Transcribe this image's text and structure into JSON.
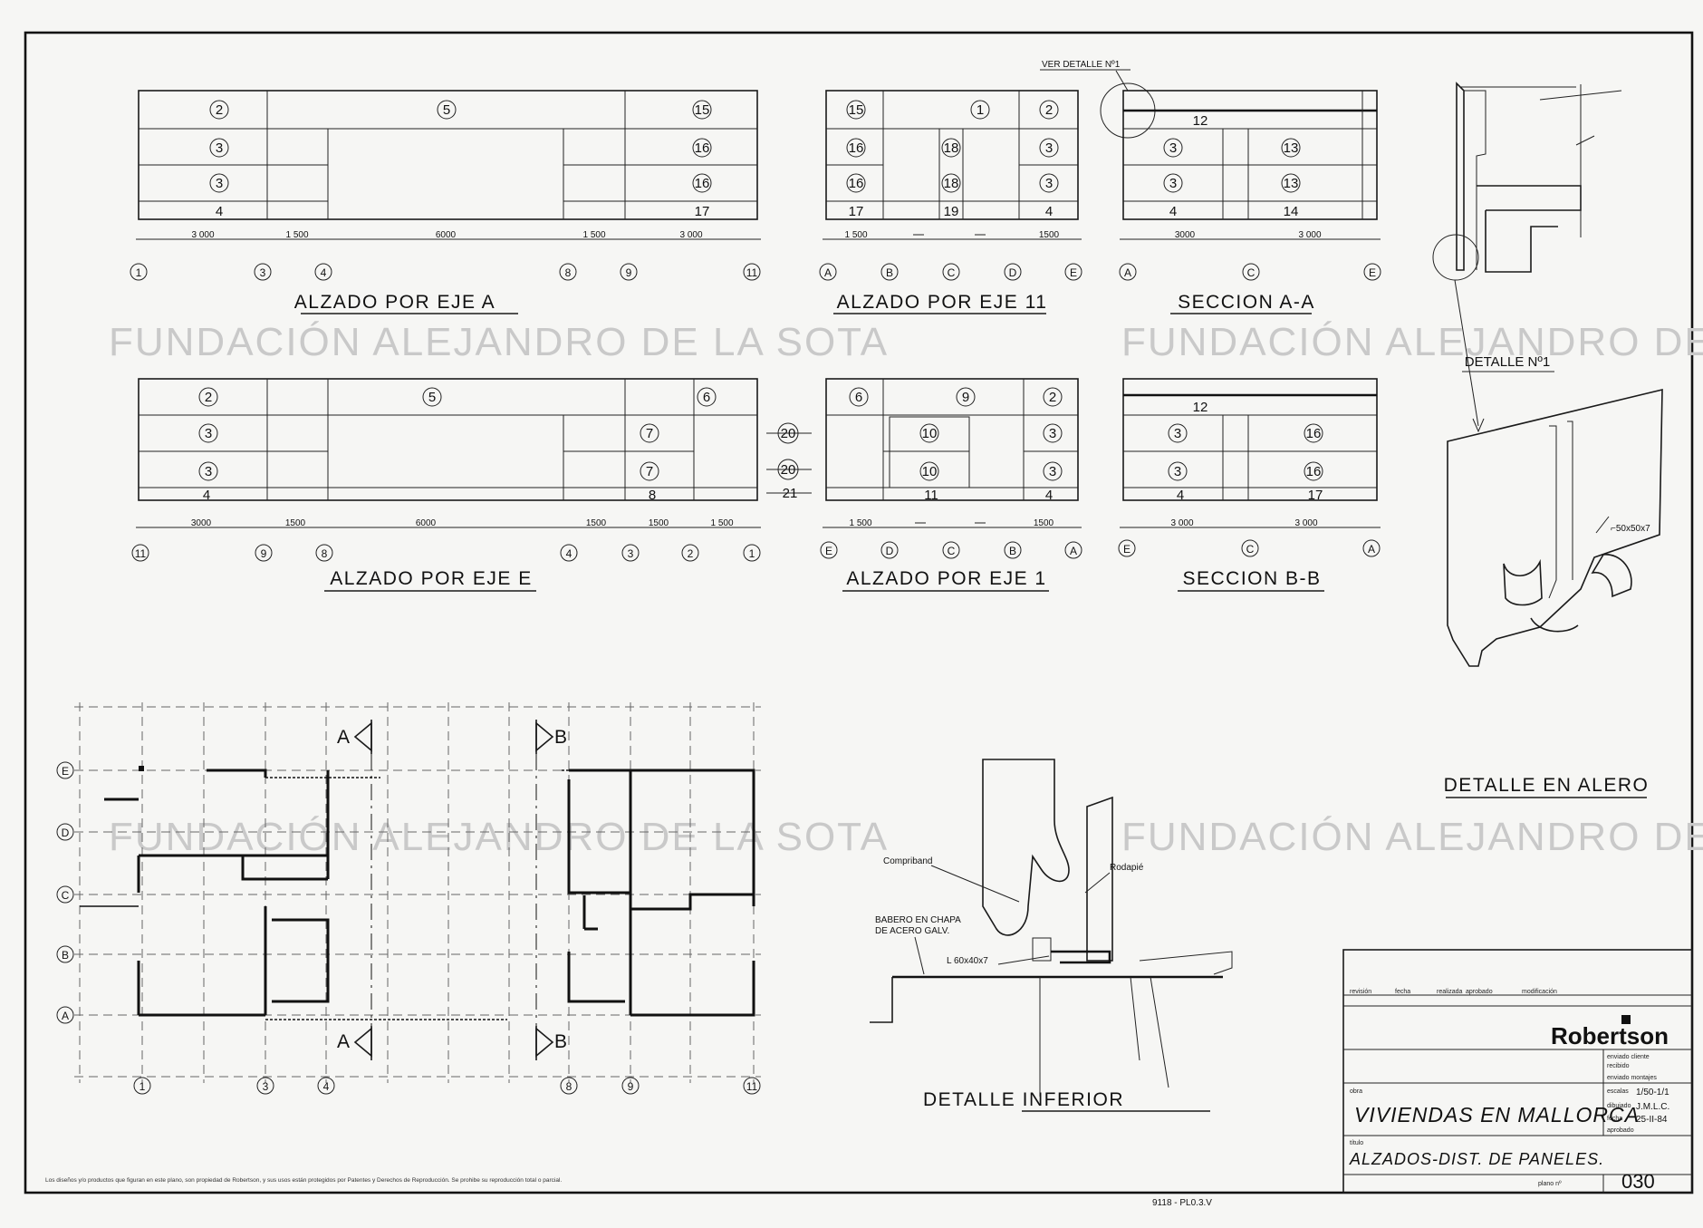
{
  "watermark": "FUNDACIÓN ALEJANDRO DE LA SOTA",
  "views": {
    "alzado_eje_a": {
      "title": "ALZADO POR EJE A",
      "panels": [
        "2",
        "5",
        "15",
        "3",
        "16",
        "3",
        "16",
        "4",
        "17"
      ],
      "dims": [
        "3 000",
        "1 500",
        "6000",
        "1 500",
        "3 000"
      ],
      "axes": [
        "1",
        "3",
        "4",
        "8",
        "9",
        "11"
      ]
    },
    "alzado_eje_11": {
      "title": "ALZADO POR EJE 11",
      "panels": [
        "15",
        "1",
        "2",
        "16",
        "18",
        "3",
        "16",
        "18",
        "3",
        "17",
        "19",
        "4"
      ],
      "dims": [
        "1 500",
        "1500"
      ],
      "axes": [
        "A",
        "B",
        "C",
        "D",
        "E"
      ]
    },
    "seccion_aa": {
      "title": "SECCION A-A",
      "note": "VER DETALLE Nº1",
      "panels": [
        "12",
        "3",
        "13",
        "3",
        "13",
        "4",
        "14"
      ],
      "dims": [
        "3000",
        "3 000"
      ],
      "axes": [
        "A",
        "C",
        "E"
      ]
    },
    "alzado_eje_e": {
      "title": "ALZADO POR EJE E",
      "panels": [
        "2",
        "5",
        "6",
        "3",
        "7",
        "3",
        "7",
        "4",
        "8"
      ],
      "dims": [
        "3000",
        "1500",
        "6000",
        "1500",
        "1500",
        "1 500"
      ],
      "axes": [
        "11",
        "9",
        "8",
        "4",
        "3",
        "2",
        "1"
      ],
      "refs": [
        "20",
        "20",
        "21"
      ]
    },
    "alzado_eje_1": {
      "title": "ALZADO POR EJE 1",
      "panels": [
        "6",
        "9",
        "2",
        "10",
        "3",
        "10",
        "3",
        "11",
        "4"
      ],
      "dims": [
        "1 500",
        "1500"
      ],
      "axes": [
        "E",
        "D",
        "C",
        "B",
        "A"
      ]
    },
    "seccion_bb": {
      "title": "SECCION B-B",
      "panels": [
        "12",
        "3",
        "16",
        "3",
        "16",
        "4",
        "17"
      ],
      "dims": [
        "3 000",
        "3 000"
      ],
      "axes": [
        "E",
        "C",
        "A"
      ]
    },
    "plan": {
      "rows": [
        "E",
        "D",
        "C",
        "B",
        "A"
      ],
      "cols": [
        "1",
        "3",
        "4",
        "8",
        "9",
        "11"
      ],
      "cut_a": "A",
      "cut_b": "B"
    },
    "detalle_1": {
      "title": "DETALLE Nº1",
      "angle_label": "⌐50x50x7"
    },
    "detalle_alero": {
      "title": "DETALLE EN ALERO"
    },
    "detalle_inferior": {
      "title": "DETALLE INFERIOR",
      "labels": [
        "Compriband",
        "BABERO EN CHAPA",
        "DE ACERO GALV.",
        "L 60x40x7",
        "Rodapié"
      ]
    }
  },
  "title_block": {
    "header_cols": [
      "revisión",
      "fecha",
      "realizada",
      "aprobado",
      "modificación"
    ],
    "company": "Robertson",
    "status": [
      "enviado cliente",
      "recibido",
      "enviado montajes"
    ],
    "obra_label": "obra",
    "obra": "VIVIENDAS EN MALLORCA",
    "escalas_label": "escalas",
    "escalas": "1/50-1/1",
    "dibujado_label": "dibujado",
    "dibujado": "J.M.L.C.",
    "fecha_label": "fecha",
    "fecha": "25-II-84",
    "aprobado_label": "aprobado",
    "titulo_label": "título",
    "titulo": "ALZADOS-DIST. DE PANELES.",
    "plano_label": "plano nº",
    "plano": "030"
  },
  "footer_note": "Los diseños y/o productos que figuran en este plano, son propiedad de Robertson, y sus usos están protegidos por Patentes y Derechos de Reproducción. Se prohibe su reproducción total o parcial.",
  "bottom_stamp": "9118 - PL0.3.V"
}
